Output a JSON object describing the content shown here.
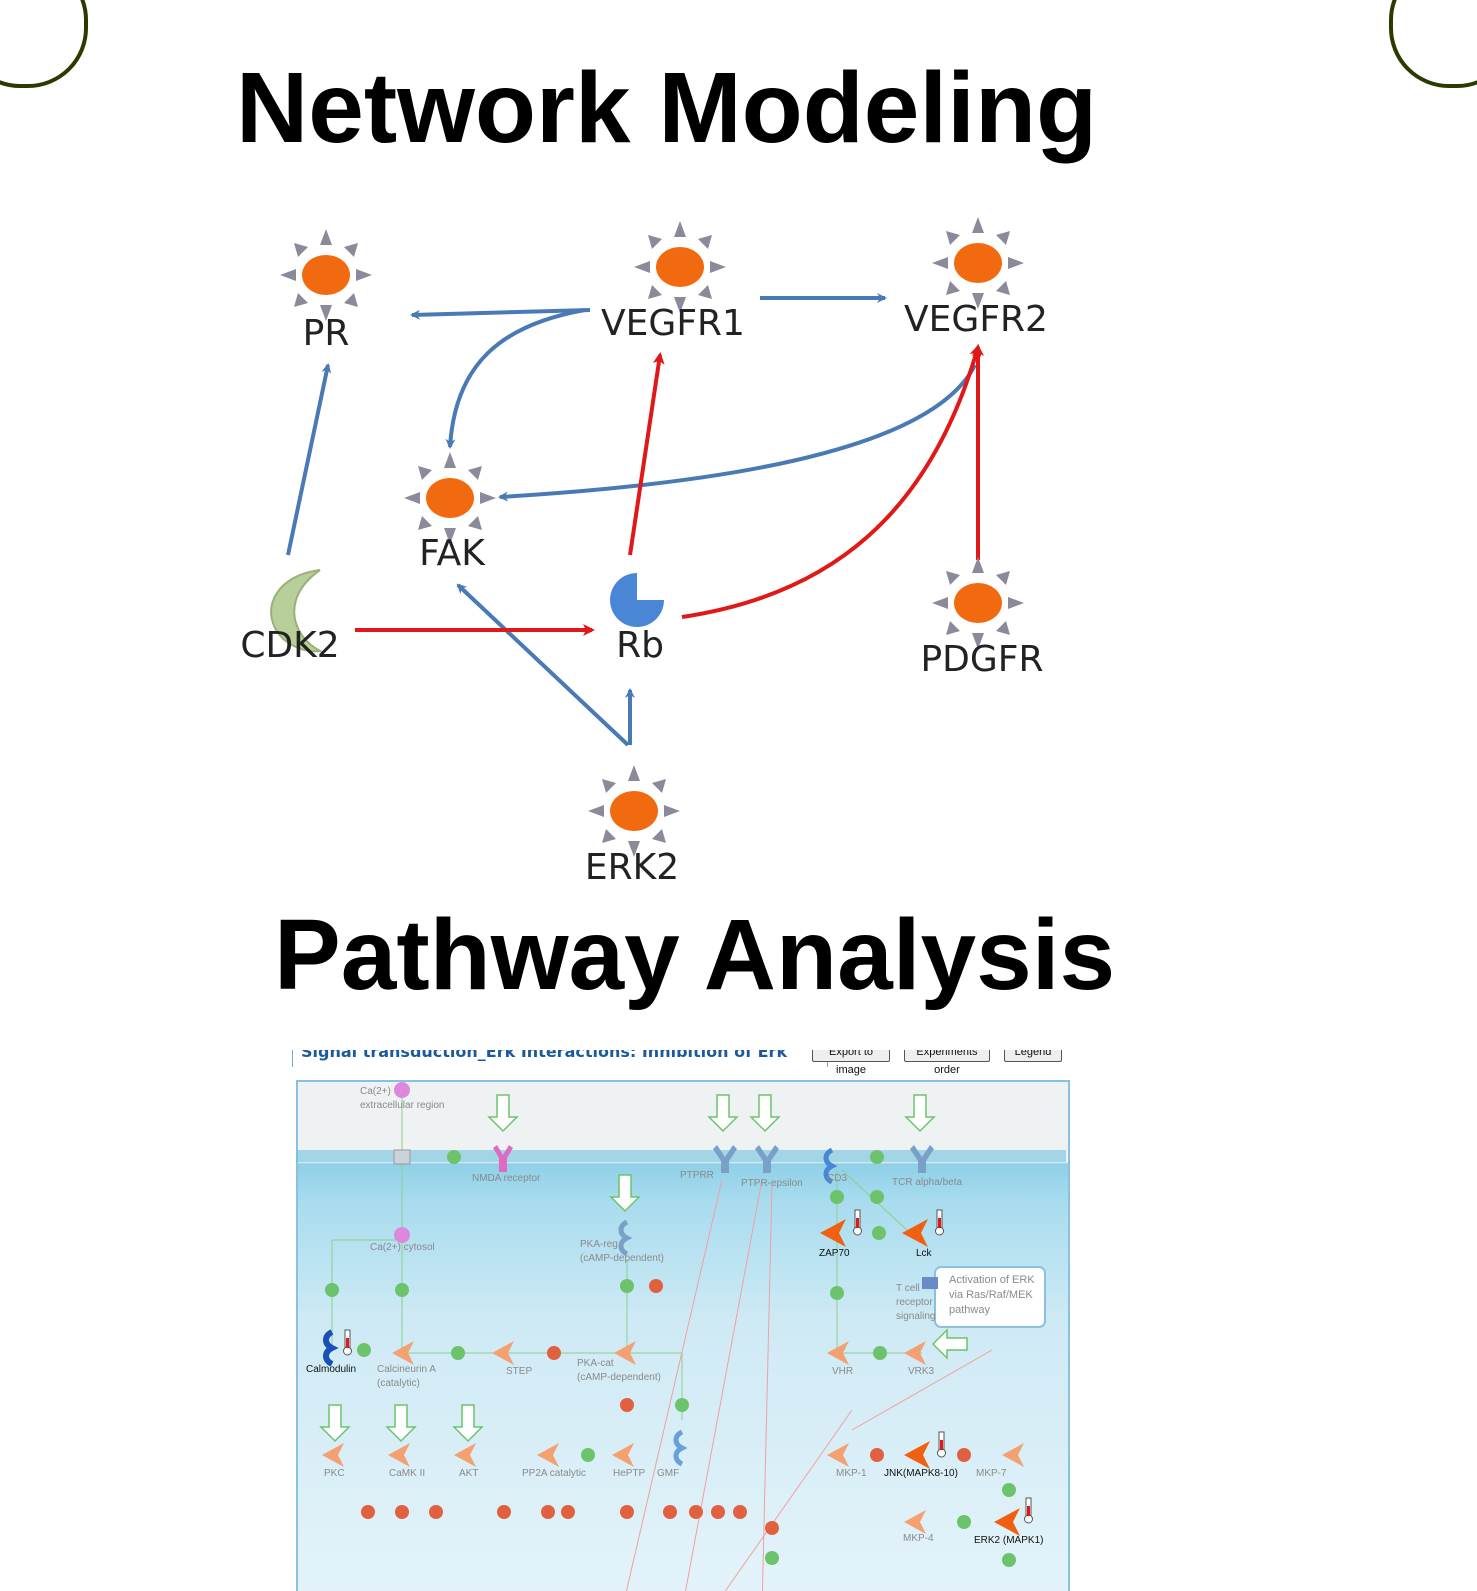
{
  "titles": {
    "network_modeling": "Network Modeling",
    "pathway_analysis": "Pathway Analysis"
  },
  "network": {
    "nodes": {
      "pr": "PR",
      "vegfr1": "VEGFR1",
      "vegfr2": "VEGFR2",
      "fak": "FAK",
      "cdk2": "CDK2",
      "rb": "Rb",
      "pdgfr": "PDGFR",
      "erk2": "ERK2"
    },
    "colors": {
      "activation": "#e01818",
      "inhibition": "#4a7ab5",
      "node": "#f26a10"
    }
  },
  "pathway": {
    "tab_title": "Signal transduction_Erk Interactions: Inhibition of Erk",
    "buttons": {
      "export": "Export to image",
      "experiments": "Experiments order",
      "legend": "Legend"
    },
    "labels": {
      "ca_ext": "Ca(2+)",
      "ca_ext2": "extracellular region",
      "nmda": "NMDA receptor",
      "ptprr": "PTPRR",
      "ptpr_eps": "PTPR-epsilon",
      "cd3": "CD3",
      "tcr": "TCR alpha/beta",
      "ca_cyt": "Ca(2+) cytosol",
      "pka_reg": "PKA-reg",
      "pka_reg2": "(cAMP-dependent)",
      "zap70": "ZAP70",
      "lck": "Lck",
      "tcell1": "T cell",
      "tcell2": "receptor",
      "tcell3": "signaling",
      "erk_box1": "Activation of ERK",
      "erk_box2": "via Ras/Raf/MEK",
      "erk_box3": "pathway",
      "calmodulin": "Calmodulin",
      "calcineurin": "Calcineurin A",
      "calcineurin2": "(catalytic)",
      "step": "STEP",
      "pka_cat": "PKA-cat",
      "pka_cat2": "(cAMP-dependent)",
      "vhr": "VHR",
      "vrk3": "VRK3",
      "pkc": "PKC",
      "camk": "CaMK II",
      "akt": "AKT",
      "pp2a": "PP2A catalytic",
      "heptp": "HePTP",
      "gmf": "GMF",
      "mkp1": "MKP-1",
      "jnk": "JNK(MAPK8-10)",
      "mkp7": "MKP-7",
      "mkp4": "MKP-4",
      "erk2": "ERK2 (MAPK1)"
    }
  }
}
